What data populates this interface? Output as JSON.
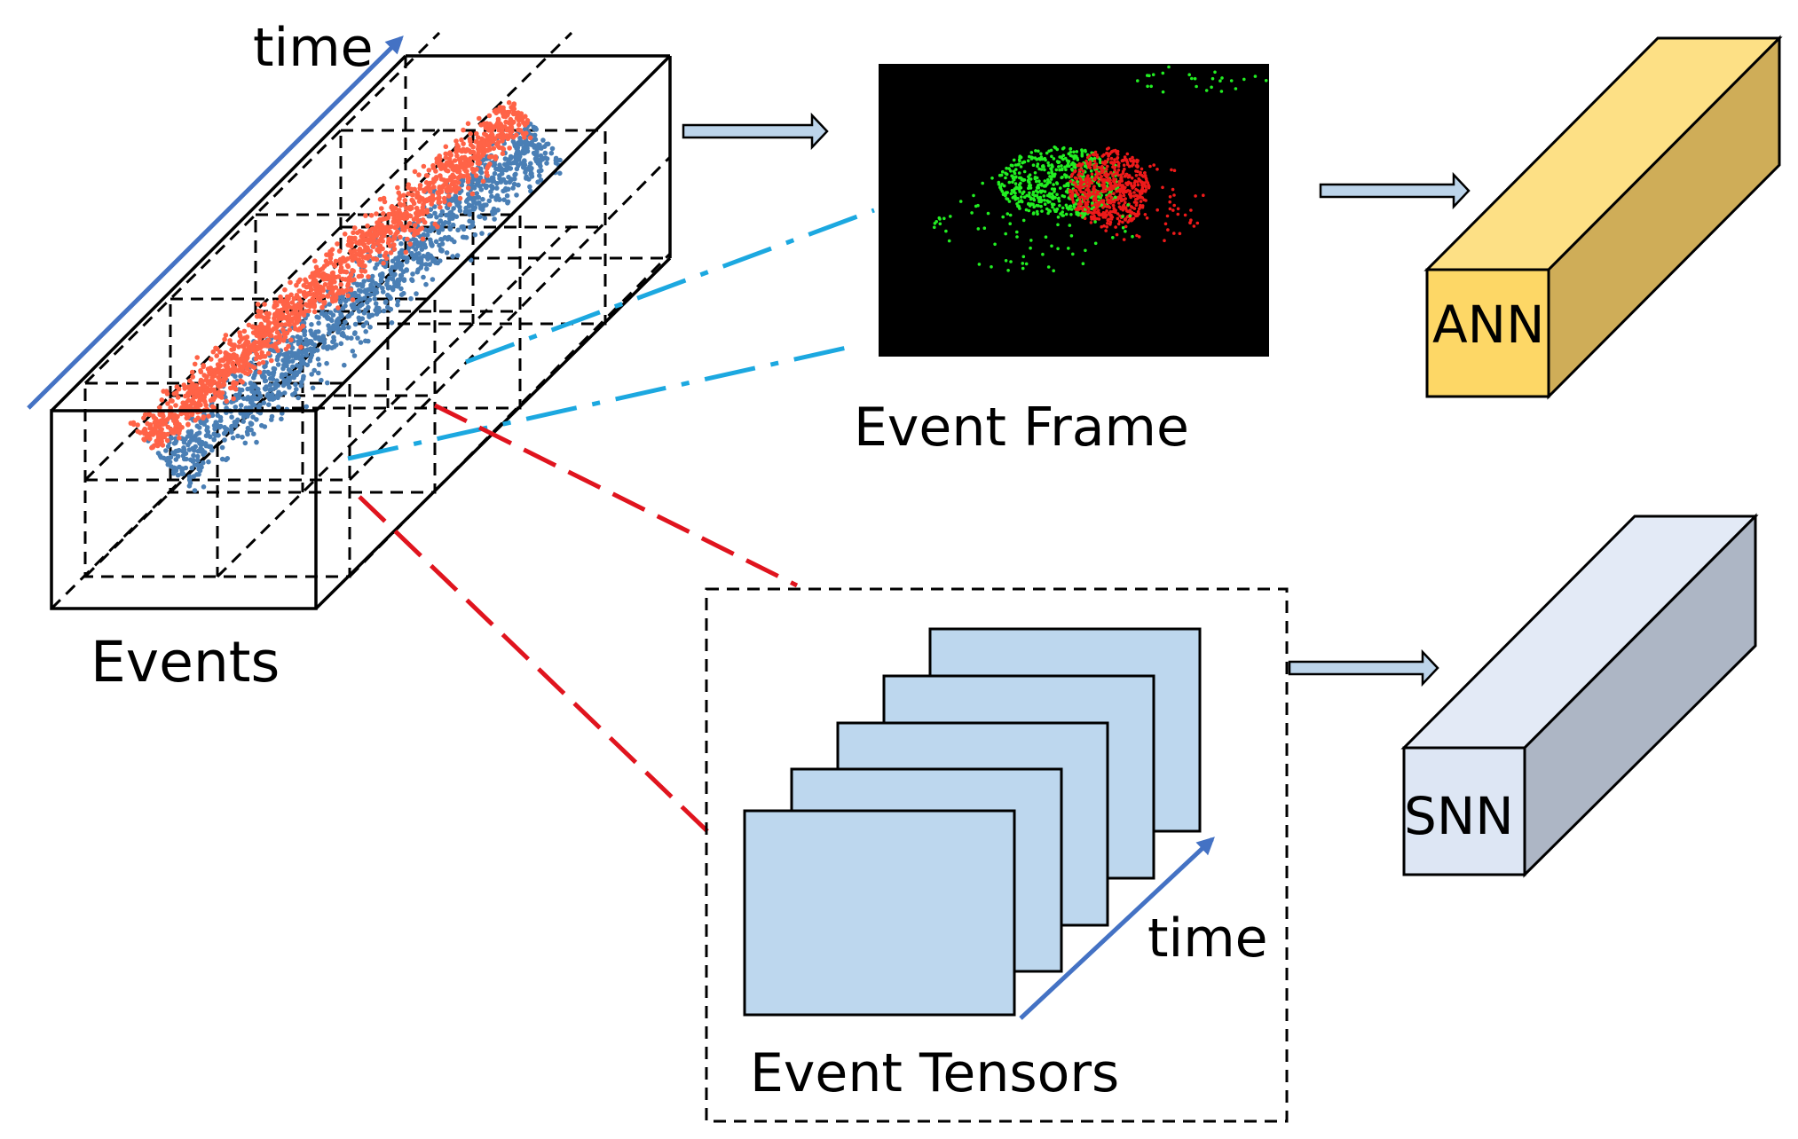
{
  "labels": {
    "events": "Events",
    "time_events": "time",
    "event_frame": "Event Frame",
    "event_tensors": "Event Tensors",
    "time_tensors": "time",
    "ann": "ANN",
    "snn": "SNN"
  },
  "colors": {
    "event_positive": "#ff6347",
    "event_negative": "#4a7fb5",
    "time_arrow": "#4472c4",
    "frame_projection": "#1ca8e0",
    "tensor_projection": "#e0141e",
    "flow_arrow_fill": "#bcd4ea",
    "tensor_fill": "#bdd7ee",
    "ann_front": "#fdd766",
    "ann_top": "#fde085",
    "ann_side": "#cfad58",
    "snn_front": "#dde6f4",
    "snn_top": "#e3eaf6",
    "snn_side": "#adb6c5",
    "frame_background": "#000000",
    "frame_on_events": "#22ee22",
    "frame_off_events": "#ee1a1a"
  },
  "icons": {
    "flow_arrow": "block-arrow-right",
    "time_arrow": "line-arrow"
  }
}
